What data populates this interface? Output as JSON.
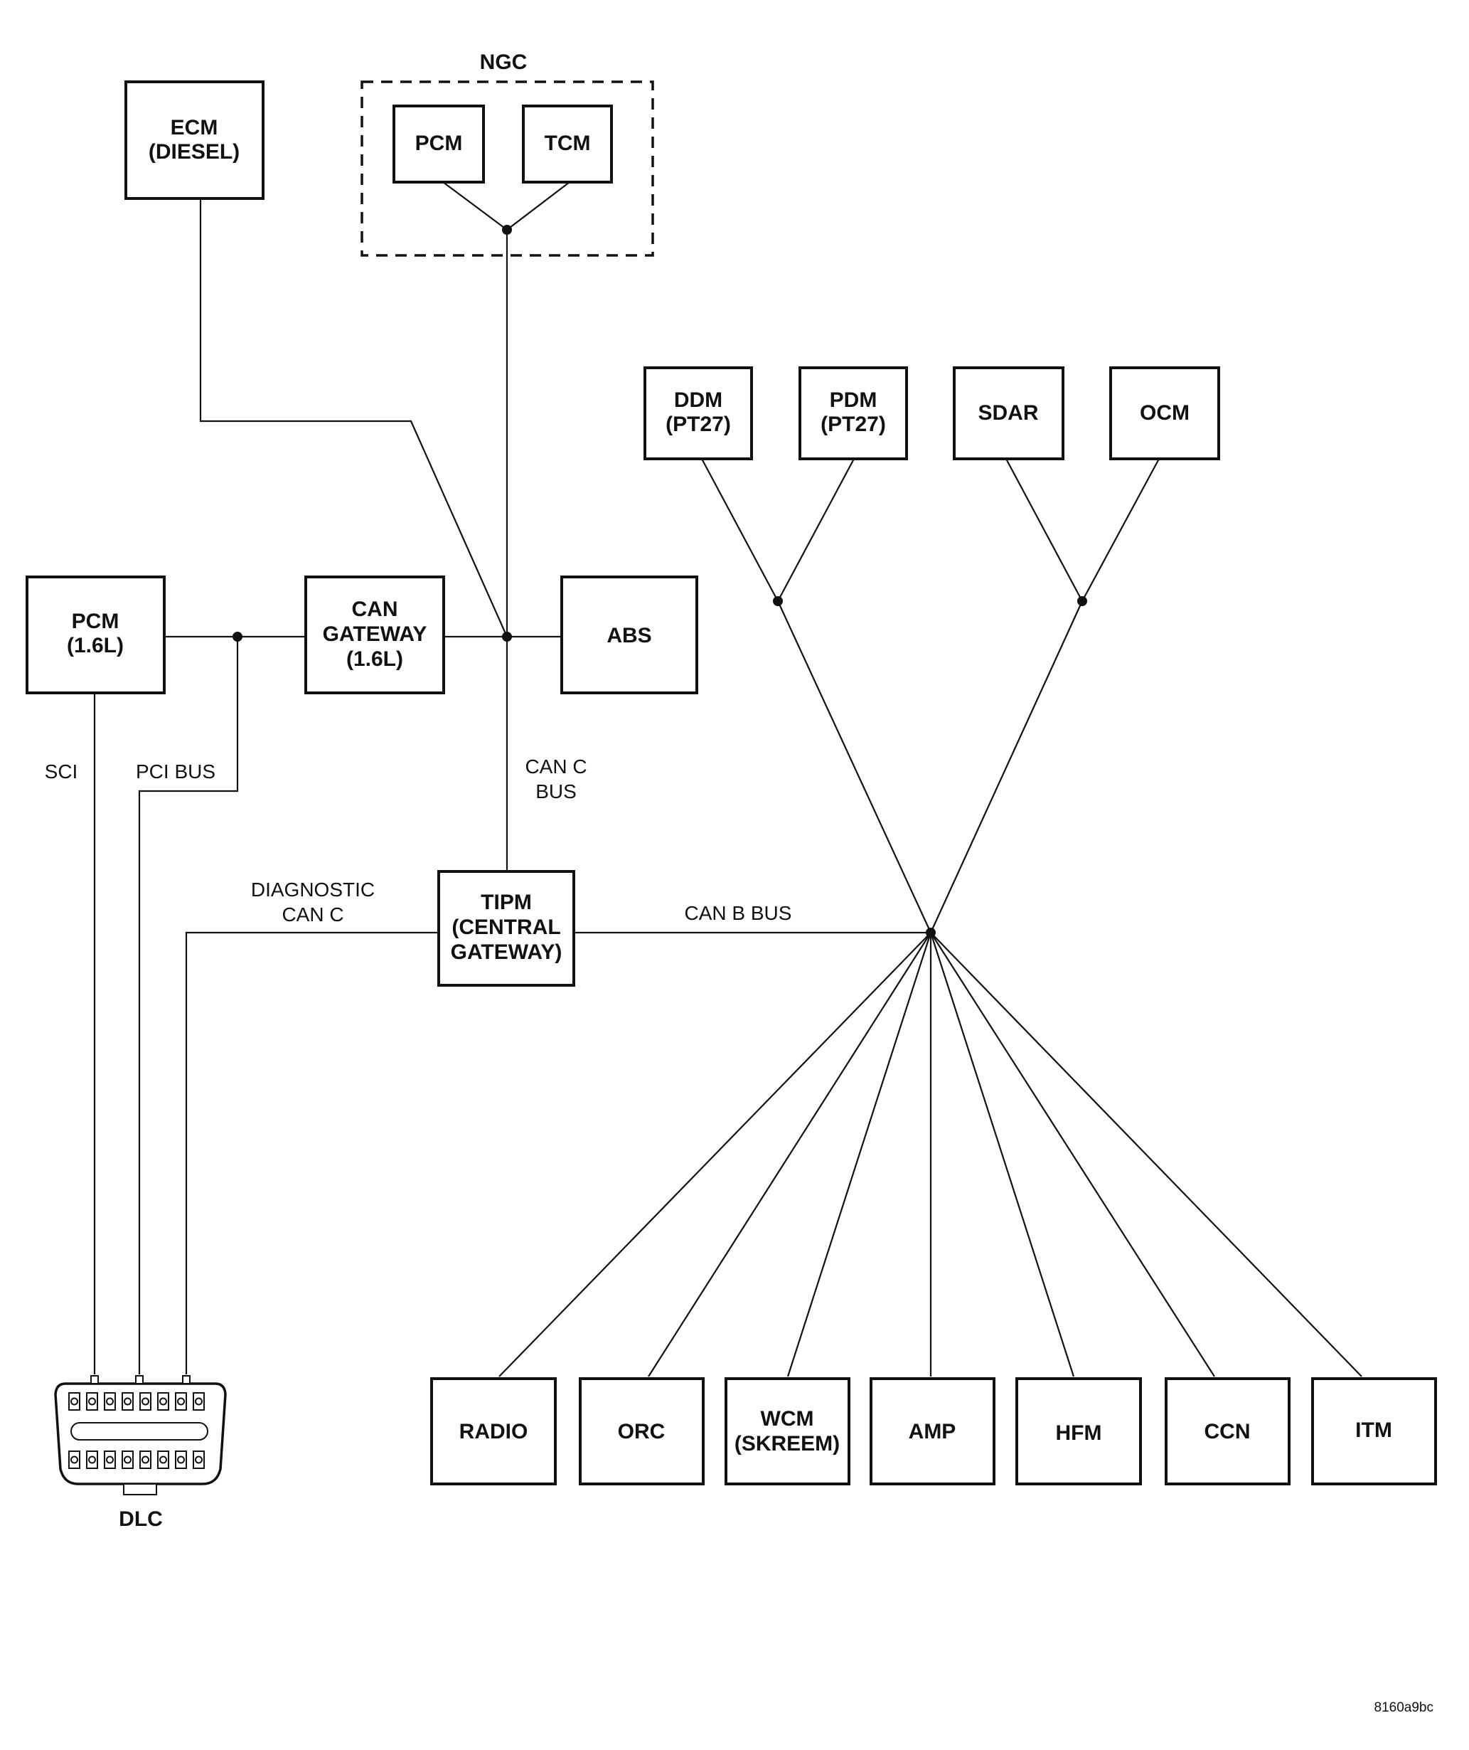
{
  "groups": {
    "ngc": "NGC"
  },
  "modules": {
    "ecm_diesel": [
      "ECM",
      "(DIESEL)"
    ],
    "pcm_ngc": [
      "PCM"
    ],
    "tcm": [
      "TCM"
    ],
    "pcm_16l": [
      "PCM",
      "(1.6L)"
    ],
    "can_gateway": [
      "CAN",
      "GATEWAY",
      "(1.6L)"
    ],
    "abs": [
      "ABS"
    ],
    "tipm": [
      "TIPM",
      "(CENTRAL",
      "GATEWAY)"
    ],
    "ddm": [
      "DDM",
      "(PT27)"
    ],
    "pdm": [
      "PDM",
      "(PT27)"
    ],
    "sdar": [
      "SDAR"
    ],
    "ocm": [
      "OCM"
    ],
    "radio": [
      "RADIO"
    ],
    "orc": [
      "ORC"
    ],
    "wcm": [
      "WCM",
      "(SKREEM)"
    ],
    "amp": [
      "AMP"
    ],
    "hfm": [
      "HFM"
    ],
    "ccn": [
      "CCN"
    ],
    "itm": [
      "ITM"
    ]
  },
  "buses": {
    "sci": [
      "SCI"
    ],
    "pci_bus": [
      "PCI BUS"
    ],
    "can_c_bus": [
      "CAN C",
      "BUS"
    ],
    "diagnostic_can_c": [
      "DIAGNOSTIC",
      "CAN C"
    ],
    "can_b_bus": [
      "CAN B BUS"
    ]
  },
  "connector": {
    "dlc": "DLC"
  },
  "figure_code": "8160a9bc"
}
